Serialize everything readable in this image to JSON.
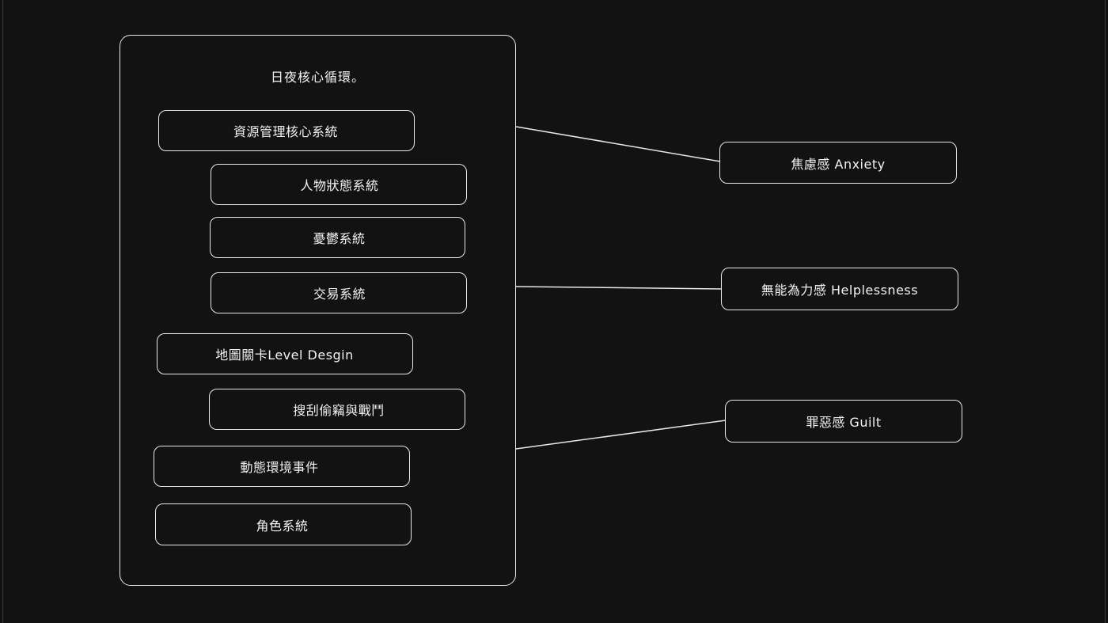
{
  "container": {
    "title": "日夜核心循環。"
  },
  "systems": [
    "資源管理核心系統",
    "人物狀態系統",
    "憂鬱系統",
    "交易系統",
    "地圖關卡Level Desgin",
    "搜刮偷竊與戰鬥",
    "動態環境事件",
    "角色系統"
  ],
  "emotions": [
    "焦慮感 Anxiety",
    "無能為力感 Helplessness",
    "罪惡感 Guilt"
  ],
  "colors": {
    "background": "#121212",
    "stroke": "#e8e8e8",
    "text": "#f2f2f2"
  }
}
